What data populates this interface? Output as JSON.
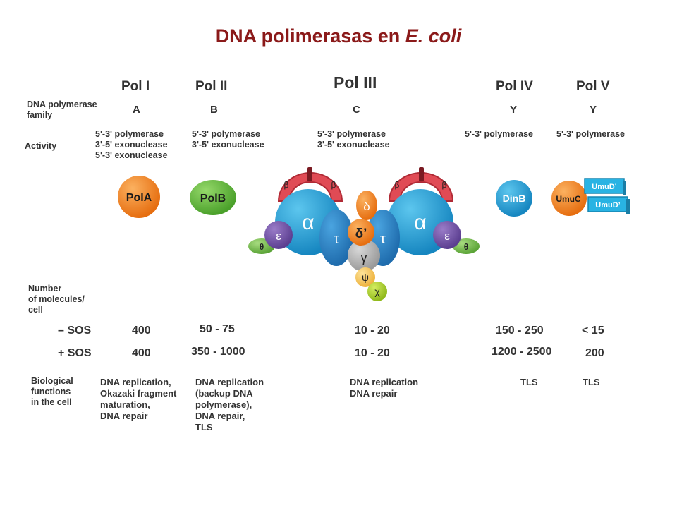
{
  "title": {
    "main": "DNA polimerasas en ",
    "italic": "E. coli"
  },
  "row_labels": {
    "family": [
      "DNA polymerase",
      "family"
    ],
    "activity": "Activity",
    "molecules": [
      "Number",
      "of molecules/",
      "cell"
    ],
    "minus_sos": "– SOS",
    "plus_sos": "+ SOS",
    "functions": [
      "Biological",
      "functions",
      "in the cell"
    ]
  },
  "columns": [
    {
      "name": "Pol I",
      "family": "A",
      "activity": [
        "5'-3' polymerase",
        "3'-5' exonuclease",
        "5'-3' exonuclease"
      ],
      "minus_sos": "400",
      "plus_sos": "400",
      "functions": [
        "DNA replication,",
        "Okazaki fragment",
        "maturation,",
        "DNA repair"
      ]
    },
    {
      "name": "Pol II",
      "family": "B",
      "activity": [
        "5'-3' polymerase",
        "3'-5' exonuclease"
      ],
      "minus_sos": "50 - 75",
      "plus_sos": "350 - 1000",
      "functions": [
        "DNA replication",
        "(backup DNA",
        "polymerase),",
        "DNA repair,",
        "TLS"
      ]
    },
    {
      "name": "Pol III",
      "family": "C",
      "activity": [
        "5'-3' polymerase",
        "3'-5' exonuclease"
      ],
      "minus_sos": "10 - 20",
      "plus_sos": "10 - 20",
      "functions": [
        "DNA replication",
        "DNA repair"
      ]
    },
    {
      "name": "Pol IV",
      "family": "Y",
      "activity": [
        "5'-3' polymerase"
      ],
      "minus_sos": "150 - 250",
      "plus_sos": "1200 - 2500",
      "functions": [
        "TLS"
      ]
    },
    {
      "name": "Pol V",
      "family": "Y",
      "activity": [
        "5'-3' polymerase"
      ],
      "minus_sos": "< 15",
      "plus_sos": "200",
      "functions": [
        "TLS"
      ]
    }
  ],
  "proteins": {
    "pola": "PolA",
    "polb": "PolB",
    "dinb": "DinB",
    "umuc": "UmuC",
    "umud": "UmuD’",
    "alpha": "α",
    "beta": "β",
    "tau": "τ",
    "delta": "δ",
    "delta_prime": "δ’",
    "gamma": "γ",
    "epsilon": "ε",
    "theta": "θ",
    "psi": "ψ",
    "chi": "χ"
  },
  "colors": {
    "title": "#8b1a1a",
    "pola": "#f0841f",
    "polb": "#5fb83a",
    "dinb": "#1ba0d8",
    "umuc": "#f0841f",
    "umud": "#29b3e3",
    "alpha": "#1ba0d8",
    "tau": "#2c86c8",
    "beta": "#e04b55",
    "delta": "#f0902a",
    "gamma": "#b3b3b3",
    "epsilon": "#7556a8",
    "theta": "#6cb543",
    "psi": "#f5c85a",
    "chi": "#a8cc2a"
  }
}
